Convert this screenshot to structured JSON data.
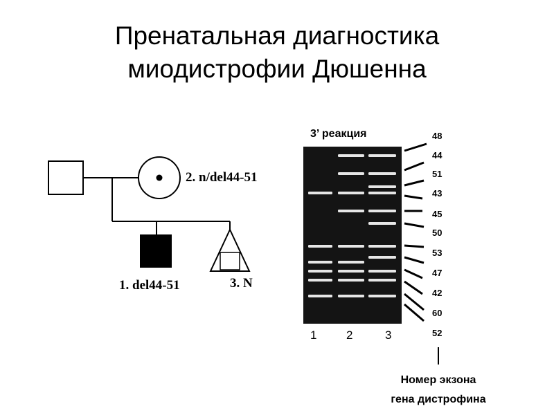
{
  "title": {
    "line1": "Пренатальная диагностика",
    "line2": "миодистрофии Дюшенна"
  },
  "pedigree": {
    "mother_label": "2. n/del44-51",
    "son_label": "1. del44-51",
    "fetus_label": "3. N"
  },
  "gel": {
    "heading": "3’ реакция",
    "lanes": [
      "1",
      "2",
      "3"
    ],
    "exons": [
      "48",
      "44",
      "51",
      "43",
      "45",
      "50",
      "53",
      "47",
      "42",
      "60",
      "52"
    ],
    "caption_line1": "Номер экзона",
    "caption_line2": "гена дистрофина"
  }
}
